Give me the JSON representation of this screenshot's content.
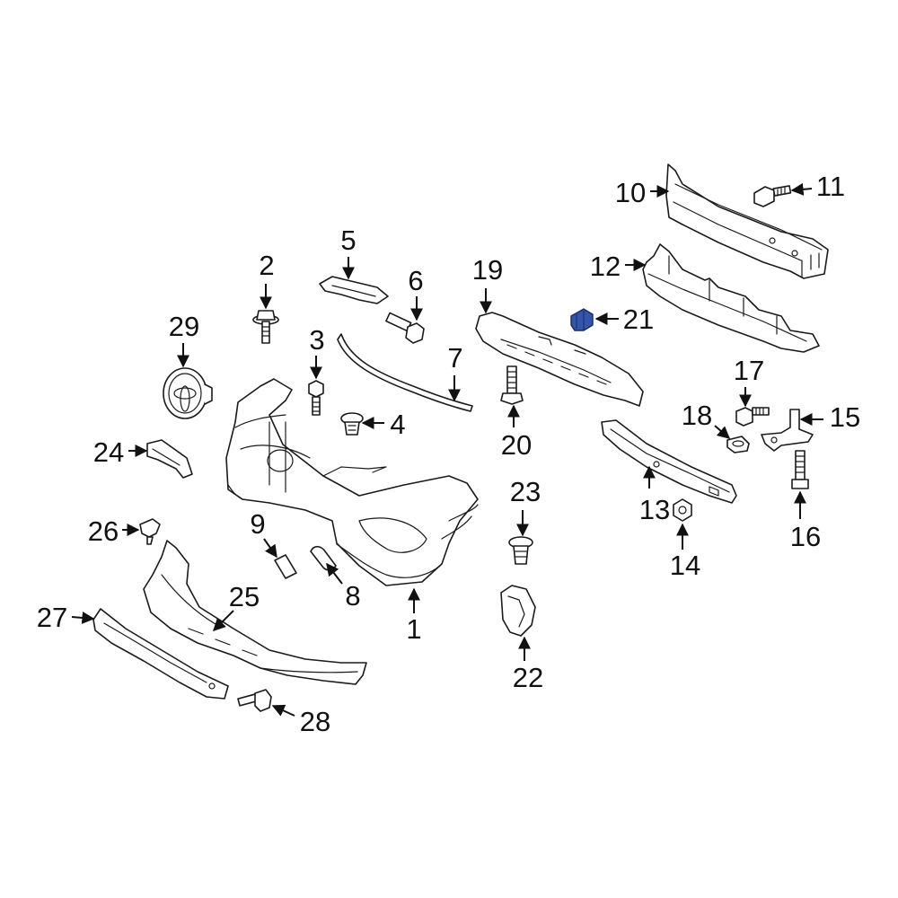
{
  "colors": {
    "line": "#1a1a1a",
    "background": "#ffffff",
    "highlight": "#3355aa"
  },
  "callouts": {
    "c1": "1",
    "c2": "2",
    "c3": "3",
    "c4": "4",
    "c5": "5",
    "c6": "6",
    "c7": "7",
    "c8": "8",
    "c9": "9",
    "c10": "10",
    "c11": "11",
    "c12": "12",
    "c13": "13",
    "c14": "14",
    "c15": "15",
    "c16": "16",
    "c17": "17",
    "c18": "18",
    "c19": "19",
    "c20": "20",
    "c21": "21",
    "c22": "22",
    "c23": "23",
    "c24": "24",
    "c25": "25",
    "c26": "26",
    "c27": "27",
    "c28": "28",
    "c29": "29"
  }
}
